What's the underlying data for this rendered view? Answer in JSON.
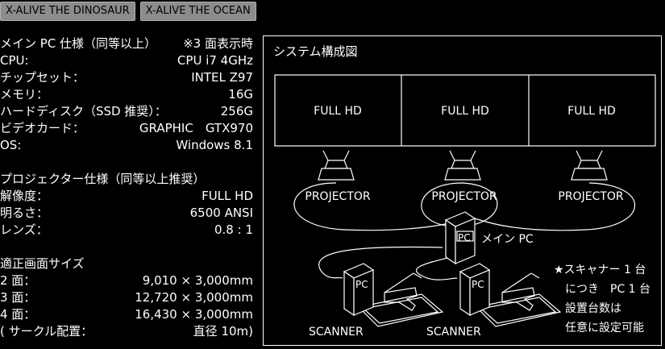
{
  "tabs": [
    {
      "label": "X-ALIVE THE DINOSAUR"
    },
    {
      "label": "X-ALIVE THE OCEAN"
    }
  ],
  "specs": {
    "main_pc": {
      "heading": "メイン PC 仕様（同等以上）",
      "heading_note": "※3 面表示時",
      "rows": [
        {
          "label": "CPU:",
          "value": "CPU i7 4GHz"
        },
        {
          "label": "チップセット：",
          "value": "INTEL Z97"
        },
        {
          "label": "メモリ：",
          "value": "16G"
        },
        {
          "label": "ハードディスク（SSD 推奨）：",
          "value": "256G"
        },
        {
          "label": "ビデオカード：",
          "value": "GRAPHIC　GTX970"
        },
        {
          "label": "OS:",
          "value": "Windows 8.1"
        }
      ]
    },
    "projector": {
      "heading": "プロジェクター仕様（同等以上推奨）",
      "rows": [
        {
          "label": "解像度：",
          "value": "FULL HD"
        },
        {
          "label": "明るさ：",
          "value": "6500 ANSI"
        },
        {
          "label": "レンズ：",
          "value": "0.8 : 1"
        }
      ]
    },
    "screen": {
      "heading": "適正画面サイズ",
      "rows": [
        {
          "label": "2 面：",
          "value": "9,010 × 3,000mm"
        },
        {
          "label": "3 面：",
          "value": "12,720 × 3,000mm"
        },
        {
          "label": "4 面：",
          "value": "16,430 × 3,000mm"
        },
        {
          "label": "( サークル配置：",
          "value": "直径 10m)"
        }
      ]
    }
  },
  "diagram": {
    "title": "システム構成図",
    "screens": [
      "FULL HD",
      "FULL HD",
      "FULL HD"
    ],
    "projectors": [
      "PROJECTOR",
      "PROJECTOR",
      "PROJECTOR"
    ],
    "main_pc_label": "メイン PC",
    "pc_label": "PC",
    "scanners": [
      "SCANNER",
      "SCANNER"
    ],
    "note_lines": [
      "★スキャナー 1 台",
      "につき　PC 1 台",
      "設置台数は",
      "任意に設定可能"
    ]
  }
}
